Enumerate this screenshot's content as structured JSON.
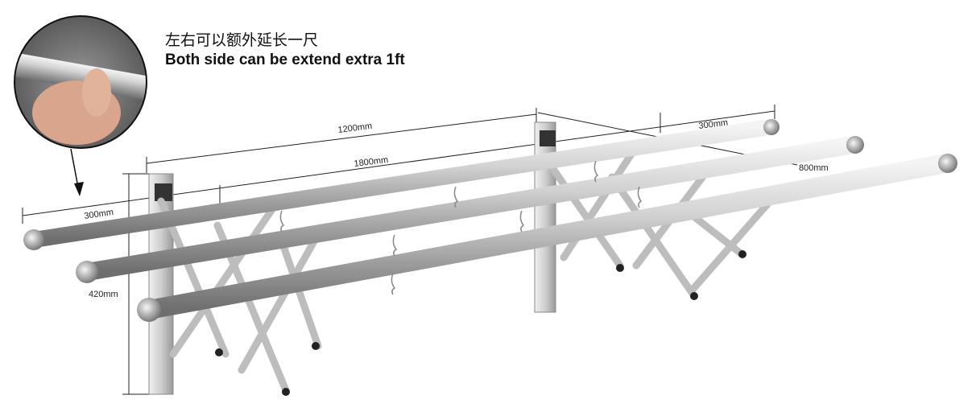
{
  "caption": {
    "chinese": "左右可以额外延长一尺",
    "english": "Both side can be extend extra 1ft"
  },
  "dimensions": {
    "left_extension": "300mm",
    "right_extension": "300mm",
    "inner_length": "1200mm",
    "total_length": "1800mm",
    "depth": "800mm",
    "height": "420mm"
  },
  "colors": {
    "steel_light": "#e6e6e6",
    "steel_dark": "#8c8c8c",
    "dimension_line": "#222222"
  }
}
